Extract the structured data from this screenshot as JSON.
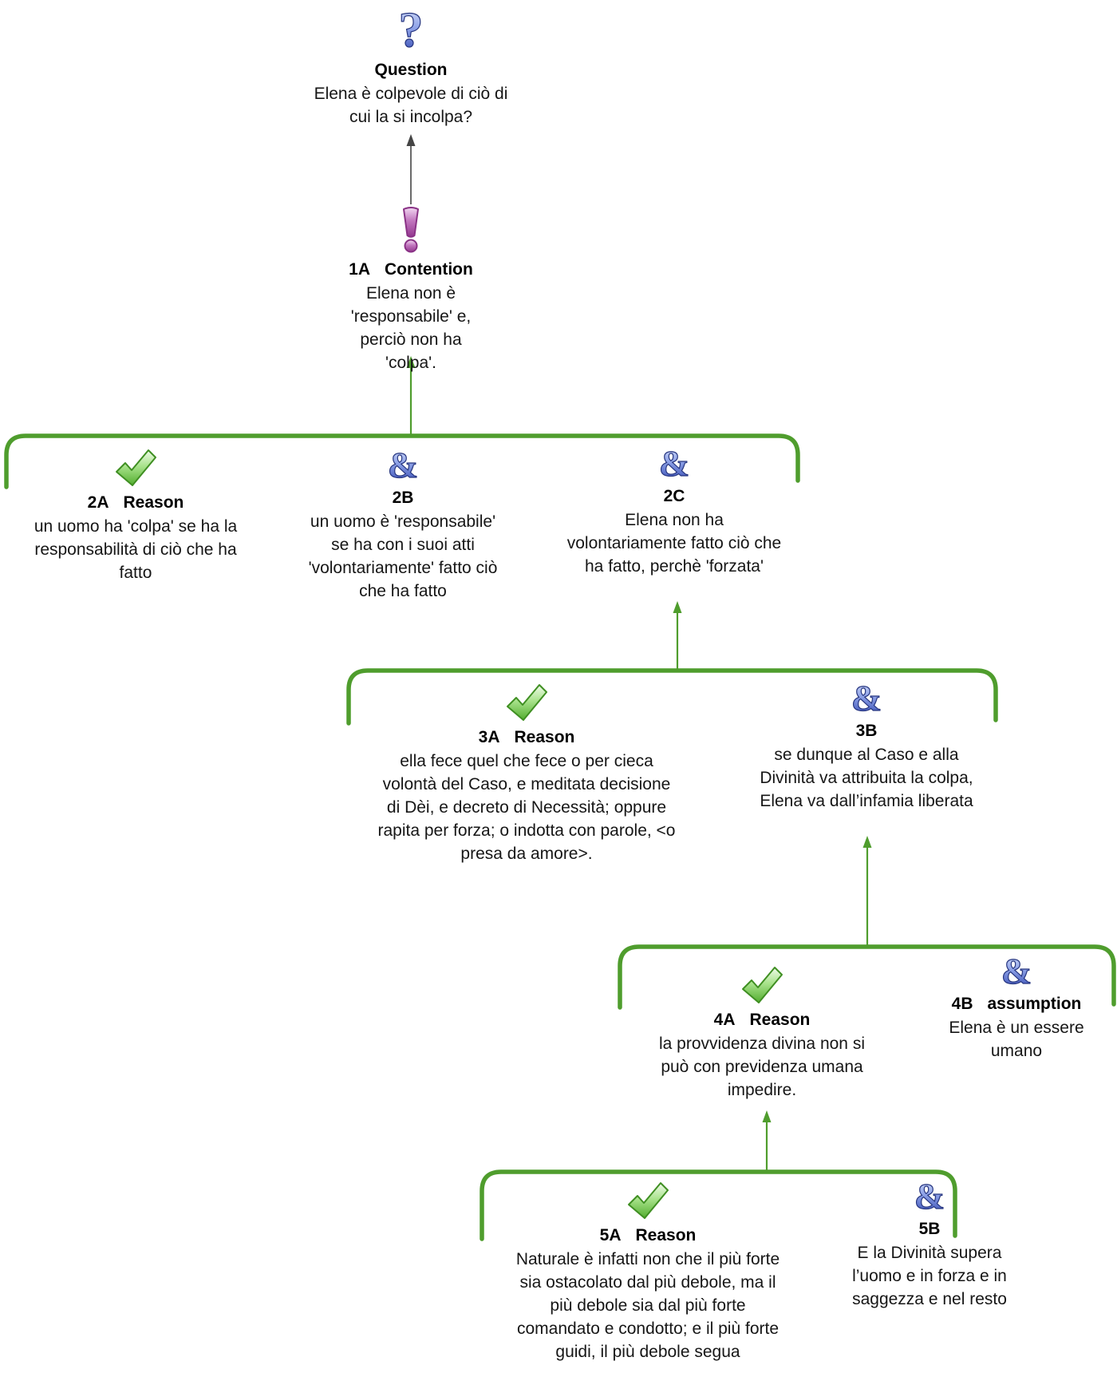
{
  "colors": {
    "bracket_green": "#4f9d2d",
    "arrow_green": "#4f9d2d",
    "arrow_black": "#454545",
    "check_green": "#52ad2e",
    "and_blue": "#3a4fbb",
    "question_blue": "#3a4fbb",
    "contention_purple": "#a1419f"
  },
  "icons": {
    "question": "question-mark",
    "contention": "exclamation-mark",
    "reason": "check-mark",
    "conjunction": "ampersand"
  },
  "nodes": {
    "question": {
      "label": "Question",
      "text": "Elena è colpevole di ciò di\ncui la si incolpa?"
    },
    "contention": {
      "id": "1A",
      "kind": "Contention",
      "text": "Elena non è\n'responsabile' e,\nperciò non ha\n'colpa'."
    },
    "r2a": {
      "id": "2A",
      "kind": "Reason",
      "text": "un uomo ha 'colpa' se ha la\nresponsabilità di ciò che ha\nfatto"
    },
    "r2b": {
      "id": "2B",
      "text": "un uomo è 'responsabile'\nse ha con i suoi atti\n'volontariamente' fatto ciò\nche ha fatto"
    },
    "r2c": {
      "id": "2C",
      "text": "Elena non ha\nvolontariamente fatto ciò che\nha fatto, perchè 'forzata'"
    },
    "r3a": {
      "id": "3A",
      "kind": "Reason",
      "text": "ella fece quel che fece o per cieca\nvolontà del Caso, e meditata decisione\ndi Dèi, e decreto di Necessità; oppure\nrapita per forza; o indotta con parole, <o\npresa da amore>."
    },
    "r3b": {
      "id": "3B",
      "text": "se dunque al Caso e alla\nDivinità va attribuita la colpa,\nElena va dall’infamia liberata"
    },
    "r4a": {
      "id": "4A",
      "kind": "Reason",
      "text": "la provvidenza divina non si\npuò con previdenza umana\nimpedire."
    },
    "r4b": {
      "id": "4B",
      "kind": "assumption",
      "text": "Elena è un essere\numano"
    },
    "r5a": {
      "id": "5A",
      "kind": "Reason",
      "text": "Naturale è infatti non che il più forte\nsia ostacolato dal più debole, ma il\npiù debole sia dal più forte\ncomandato e condotto; e il più forte\nguidi, il più debole segua"
    },
    "r5b": {
      "id": "5B",
      "text": "E la Divinità supera\nl’uomo e in forza e in\nsaggezza e nel resto"
    }
  }
}
